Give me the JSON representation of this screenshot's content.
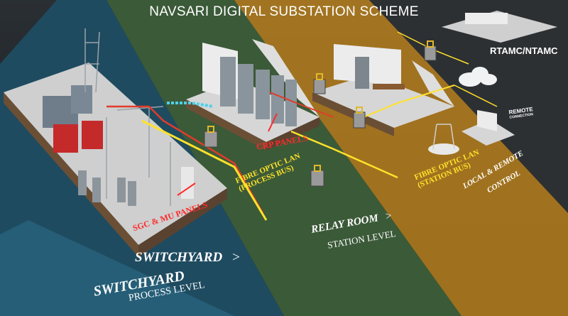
{
  "title": "NAVSARI DIGITAL SUBSTATION SCHEME",
  "zones": {
    "switchyard": {
      "label": "SWITCHYARD",
      "chevron": ">",
      "sub": "PROCESS LEVEL"
    },
    "relay_room": {
      "label": "RELAY ROOM",
      "chevron": ">",
      "sub": "STATION LEVEL"
    },
    "local_remote": {
      "label_line1": "LOCAL & REMOTE",
      "label_line2": "CONTROL"
    }
  },
  "labels": {
    "sgc_mu": "SGC & MU PANELS",
    "crp": "CRP PANELS",
    "fibre_process_1": "FIBRE OPTIC LAN",
    "fibre_process_2": "(PROCESS BUS)",
    "fibre_station_1": "FIBRE OPTIC LAN",
    "fibre_station_2": "(STATION BUS)",
    "remote_1": "REMOTE",
    "remote_2": "CONNECTION",
    "rtamc": "RTAMC/NTAMC"
  },
  "colors": {
    "switchyard_band": "#1f4f66",
    "relay_band": "#3a5a3a",
    "station_band": "#c98a1c",
    "fibre_yellow": "#ffe22a",
    "fibre_red": "#e23b2b",
    "fibre_cyan": "#4fd0e8",
    "label_red": "#ff2a2a"
  },
  "icons": [
    "lock-icon",
    "cloud-icon",
    "antenna-icon"
  ]
}
